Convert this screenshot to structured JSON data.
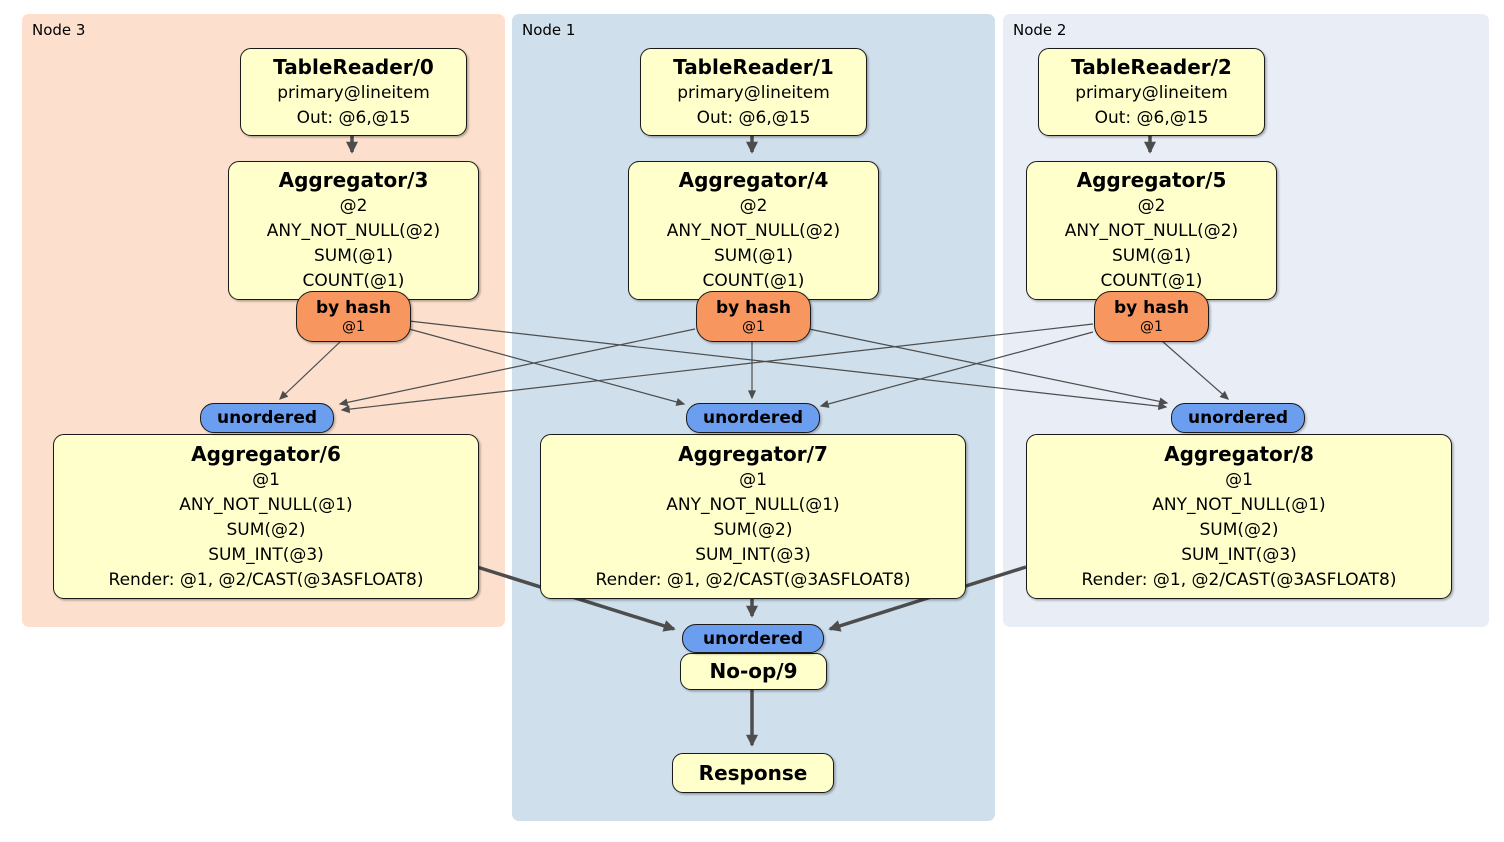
{
  "regions": {
    "node3": {
      "label": "Node 3"
    },
    "node1": {
      "label": "Node 1"
    },
    "node2": {
      "label": "Node 2"
    }
  },
  "processors": {
    "tablereader0": {
      "title": "TableReader/0",
      "lines": [
        "primary@lineitem",
        "Out: @6,@15"
      ]
    },
    "tablereader1": {
      "title": "TableReader/1",
      "lines": [
        "primary@lineitem",
        "Out: @6,@15"
      ]
    },
    "tablereader2": {
      "title": "TableReader/2",
      "lines": [
        "primary@lineitem",
        "Out: @6,@15"
      ]
    },
    "aggregator3": {
      "title": "Aggregator/3",
      "lines": [
        "@2",
        "ANY_NOT_NULL(@2)",
        "SUM(@1)",
        "COUNT(@1)"
      ]
    },
    "aggregator4": {
      "title": "Aggregator/4",
      "lines": [
        "@2",
        "ANY_NOT_NULL(@2)",
        "SUM(@1)",
        "COUNT(@1)"
      ]
    },
    "aggregator5": {
      "title": "Aggregator/5",
      "lines": [
        "@2",
        "ANY_NOT_NULL(@2)",
        "SUM(@1)",
        "COUNT(@1)"
      ]
    },
    "aggregator6": {
      "title": "Aggregator/6",
      "lines": [
        "@1",
        "ANY_NOT_NULL(@1)",
        "SUM(@2)",
        "SUM_INT(@3)",
        "Render: @1, @2/CAST(@3ASFLOAT8)"
      ]
    },
    "aggregator7": {
      "title": "Aggregator/7",
      "lines": [
        "@1",
        "ANY_NOT_NULL(@1)",
        "SUM(@2)",
        "SUM_INT(@3)",
        "Render: @1, @2/CAST(@3ASFLOAT8)"
      ]
    },
    "aggregator8": {
      "title": "Aggregator/8",
      "lines": [
        "@1",
        "ANY_NOT_NULL(@1)",
        "SUM(@2)",
        "SUM_INT(@3)",
        "Render: @1, @2/CAST(@3ASFLOAT8)"
      ]
    },
    "noop9": {
      "title": "No-op/9"
    },
    "response": {
      "title": "Response"
    }
  },
  "routers": {
    "byhash3": {
      "label": "by hash",
      "sublabel": "@1"
    },
    "byhash4": {
      "label": "by hash",
      "sublabel": "@1"
    },
    "byhash5": {
      "label": "by hash",
      "sublabel": "@1"
    }
  },
  "streams": {
    "unordered6": {
      "label": "unordered"
    },
    "unordered7": {
      "label": "unordered"
    },
    "unordered8": {
      "label": "unordered"
    },
    "unordered9": {
      "label": "unordered"
    }
  },
  "edges": [
    {
      "from": "tablereader0",
      "to": "aggregator3",
      "type": "thick"
    },
    {
      "from": "tablereader1",
      "to": "aggregator4",
      "type": "thick"
    },
    {
      "from": "tablereader2",
      "to": "aggregator5",
      "type": "thick"
    },
    {
      "from": "byhash3",
      "to": "unordered6",
      "type": "thin"
    },
    {
      "from": "byhash3",
      "to": "unordered7",
      "type": "thin"
    },
    {
      "from": "byhash3",
      "to": "unordered8",
      "type": "thin"
    },
    {
      "from": "byhash4",
      "to": "unordered6",
      "type": "thin"
    },
    {
      "from": "byhash4",
      "to": "unordered7",
      "type": "thin"
    },
    {
      "from": "byhash4",
      "to": "unordered8",
      "type": "thin"
    },
    {
      "from": "byhash5",
      "to": "unordered6",
      "type": "thin"
    },
    {
      "from": "byhash5",
      "to": "unordered7",
      "type": "thin"
    },
    {
      "from": "byhash5",
      "to": "unordered8",
      "type": "thin"
    },
    {
      "from": "aggregator6",
      "to": "unordered9",
      "type": "thick"
    },
    {
      "from": "aggregator7",
      "to": "unordered9",
      "type": "thick"
    },
    {
      "from": "aggregator8",
      "to": "unordered9",
      "type": "thick"
    },
    {
      "from": "noop9",
      "to": "response",
      "type": "thick"
    }
  ],
  "colors": {
    "node3_bg": "#fce0cd",
    "node1_bg": "#cfdfeb",
    "node2_bg": "#e8edf6",
    "box_bg": "#ffffcc",
    "router_bg": "#f7965f",
    "stream_bg": "#6c9ef0",
    "edge": "#4d4d4d"
  }
}
